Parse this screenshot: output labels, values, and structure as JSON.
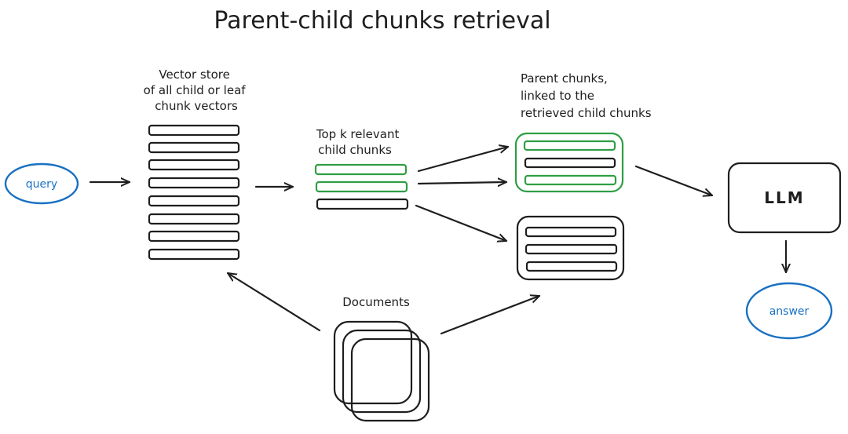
{
  "title": "Parent-child chunks retrieval",
  "nodes": {
    "query": "query",
    "vector_store": [
      "Vector store",
      "of all child or leaf",
      "chunk vectors"
    ],
    "top_k": [
      "Top k relevant",
      "child chunks"
    ],
    "parent_chunks": [
      "Parent chunks,",
      "linked to the",
      "retrieved child chunks"
    ],
    "llm": "LLM",
    "answer": "answer",
    "documents": "Documents"
  },
  "colors": {
    "ink": "#1e1e1e",
    "relevant": "#2f9e44",
    "terminal": "#1971c2"
  }
}
